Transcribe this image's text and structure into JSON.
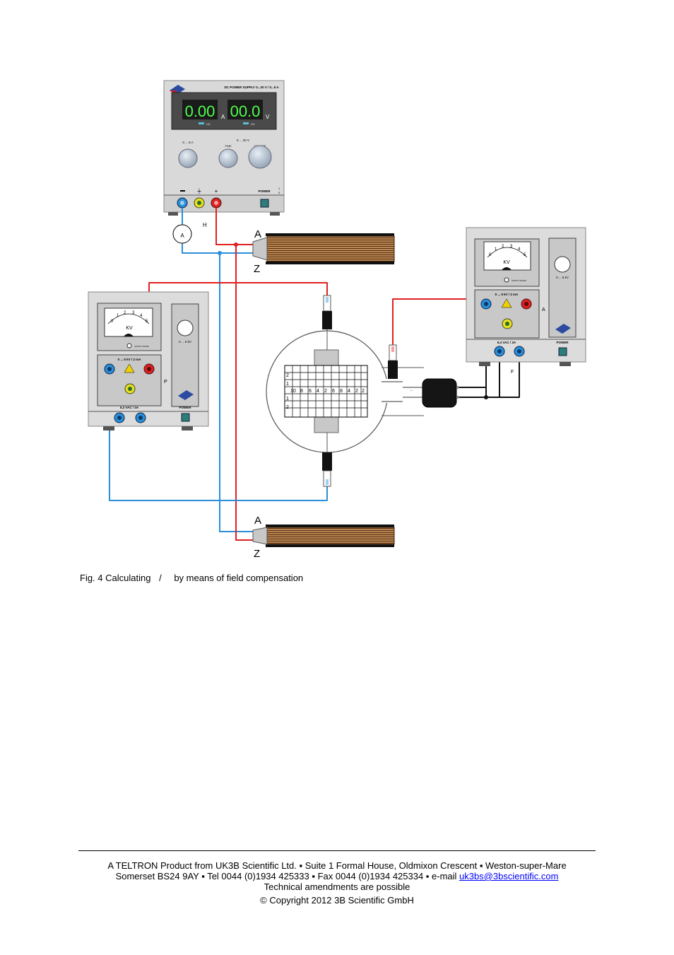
{
  "power_supply": {
    "brand_title": "DC POWER SUPPLY 0...20 V / 0...5 A",
    "display_current": "0.00",
    "display_current_unit": "A",
    "display_voltage": "00.0",
    "display_voltage_unit": "V",
    "indicator_cc": "CC",
    "indicator_cv": "CV",
    "current_range": "0 ... 5 A",
    "voltage_range": "0 ... 20 V",
    "fine_label": "FINE",
    "coarse_label": "COARSE",
    "minus_label": "−",
    "ground_symbol": "⏚",
    "plus_label": "+",
    "power_label": "POWER",
    "switch_on": "1",
    "switch_off": "0"
  },
  "labels": {
    "ammeter": "A",
    "label_h": "H",
    "coil_top_a": "A",
    "coil_top_z": "Z",
    "coil_bottom_a": "A",
    "coil_bottom_z": "Z",
    "label_p": "P",
    "label_a_right": "A",
    "label_f": "F"
  },
  "hv_left": {
    "meter_unit": "KV",
    "meter_ticks": [
      "0",
      "1",
      "2",
      "3",
      "4",
      "5"
    ],
    "knob_range": "0 ... 5 kV",
    "output_label": "0 ... 5 kV / 2 mA",
    "ac_label": "6,3 VAC / 3A",
    "power_label": "POWER",
    "small_text": "OUTPUT ON/OFF"
  },
  "hv_right": {
    "meter_unit": "KV",
    "meter_ticks": [
      "0",
      "1",
      "2",
      "3",
      "4",
      "5"
    ],
    "knob_range": "0 ... 5 kV",
    "output_label": "0 ... 5 kV / 2 mA",
    "ac_label": "6,3 VAC / 3A",
    "power_label": "POWER",
    "small_text": "OUTPUT ON/OFF"
  },
  "tube": {
    "scale_left": [
      "2",
      "1",
      "",
      "1",
      "2"
    ],
    "scale_bottom": [
      "10",
      "8",
      "6",
      "4",
      "2",
      "6",
      "8",
      "4",
      "2",
      "2"
    ]
  },
  "caption": {
    "prefix": "Fig. 4 Calculating",
    "separator": "/",
    "suffix": "by means of field compensation"
  },
  "footer": {
    "line1": "A TELTRON Product from UK3B Scientific Ltd. ▪ Suite 1 Formal House, Oldmixon Crescent ▪ Weston-super-Mare",
    "line2_text": "Somerset BS24 9AY ▪ Tel 0044 (0)1934 425333 ▪ Fax 0044 (0)1934 425334 ▪ e-mail ",
    "line2_email": "uk3bs@3bscientific.com",
    "line3": "Technical amendments are possible",
    "copyright": "© Copyright 2012 3B Scientific GmbH"
  },
  "colors": {
    "wire_red": "#e02020",
    "wire_blue": "#2a8fd8",
    "wire_black": "#111111",
    "panel": "#dcdcdc",
    "panel_dark": "#c8c8c8"
  }
}
